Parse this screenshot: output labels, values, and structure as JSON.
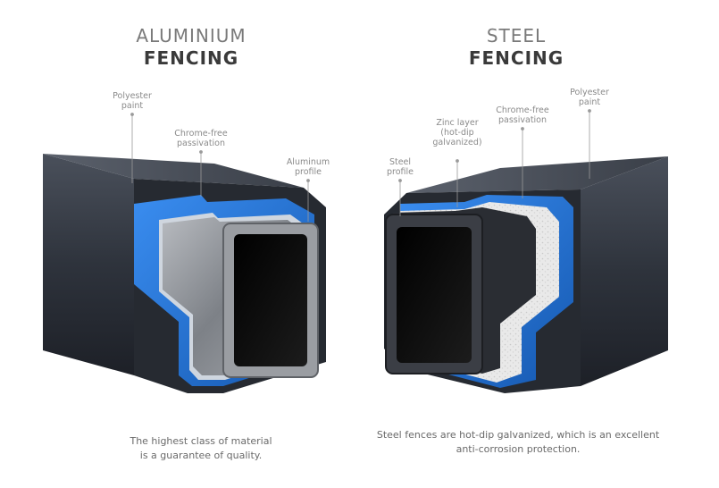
{
  "aluminium": {
    "title_light": "ALUMINIUM",
    "title_bold": "FENCING",
    "labels": {
      "polyester": [
        "Polyester",
        "paint"
      ],
      "chrome": [
        "Chrome-free",
        "passivation"
      ],
      "profile": [
        "Aluminum",
        "profile"
      ]
    },
    "caption": [
      "The highest class of material",
      "is a guarantee of quality."
    ]
  },
  "steel": {
    "title_light": "STEEL",
    "title_bold": "FENCING",
    "labels": {
      "profile": [
        "Steel",
        "profile"
      ],
      "zinc": [
        "Zinc layer",
        "(hot-dip",
        "galvanized)"
      ],
      "chrome": [
        "Chrome-free",
        "passivation"
      ],
      "polyester": [
        "Polyester",
        "paint"
      ]
    },
    "caption": [
      "Steel fences are hot-dip galvanized, which is an excellent",
      "anti-corrosion protection."
    ]
  },
  "colors": {
    "coating_blue": "#1f6fd1",
    "paint_dark": "#2f3540",
    "metal_gray": "#8c8f94",
    "zinc_white": "#e6e6e6"
  }
}
